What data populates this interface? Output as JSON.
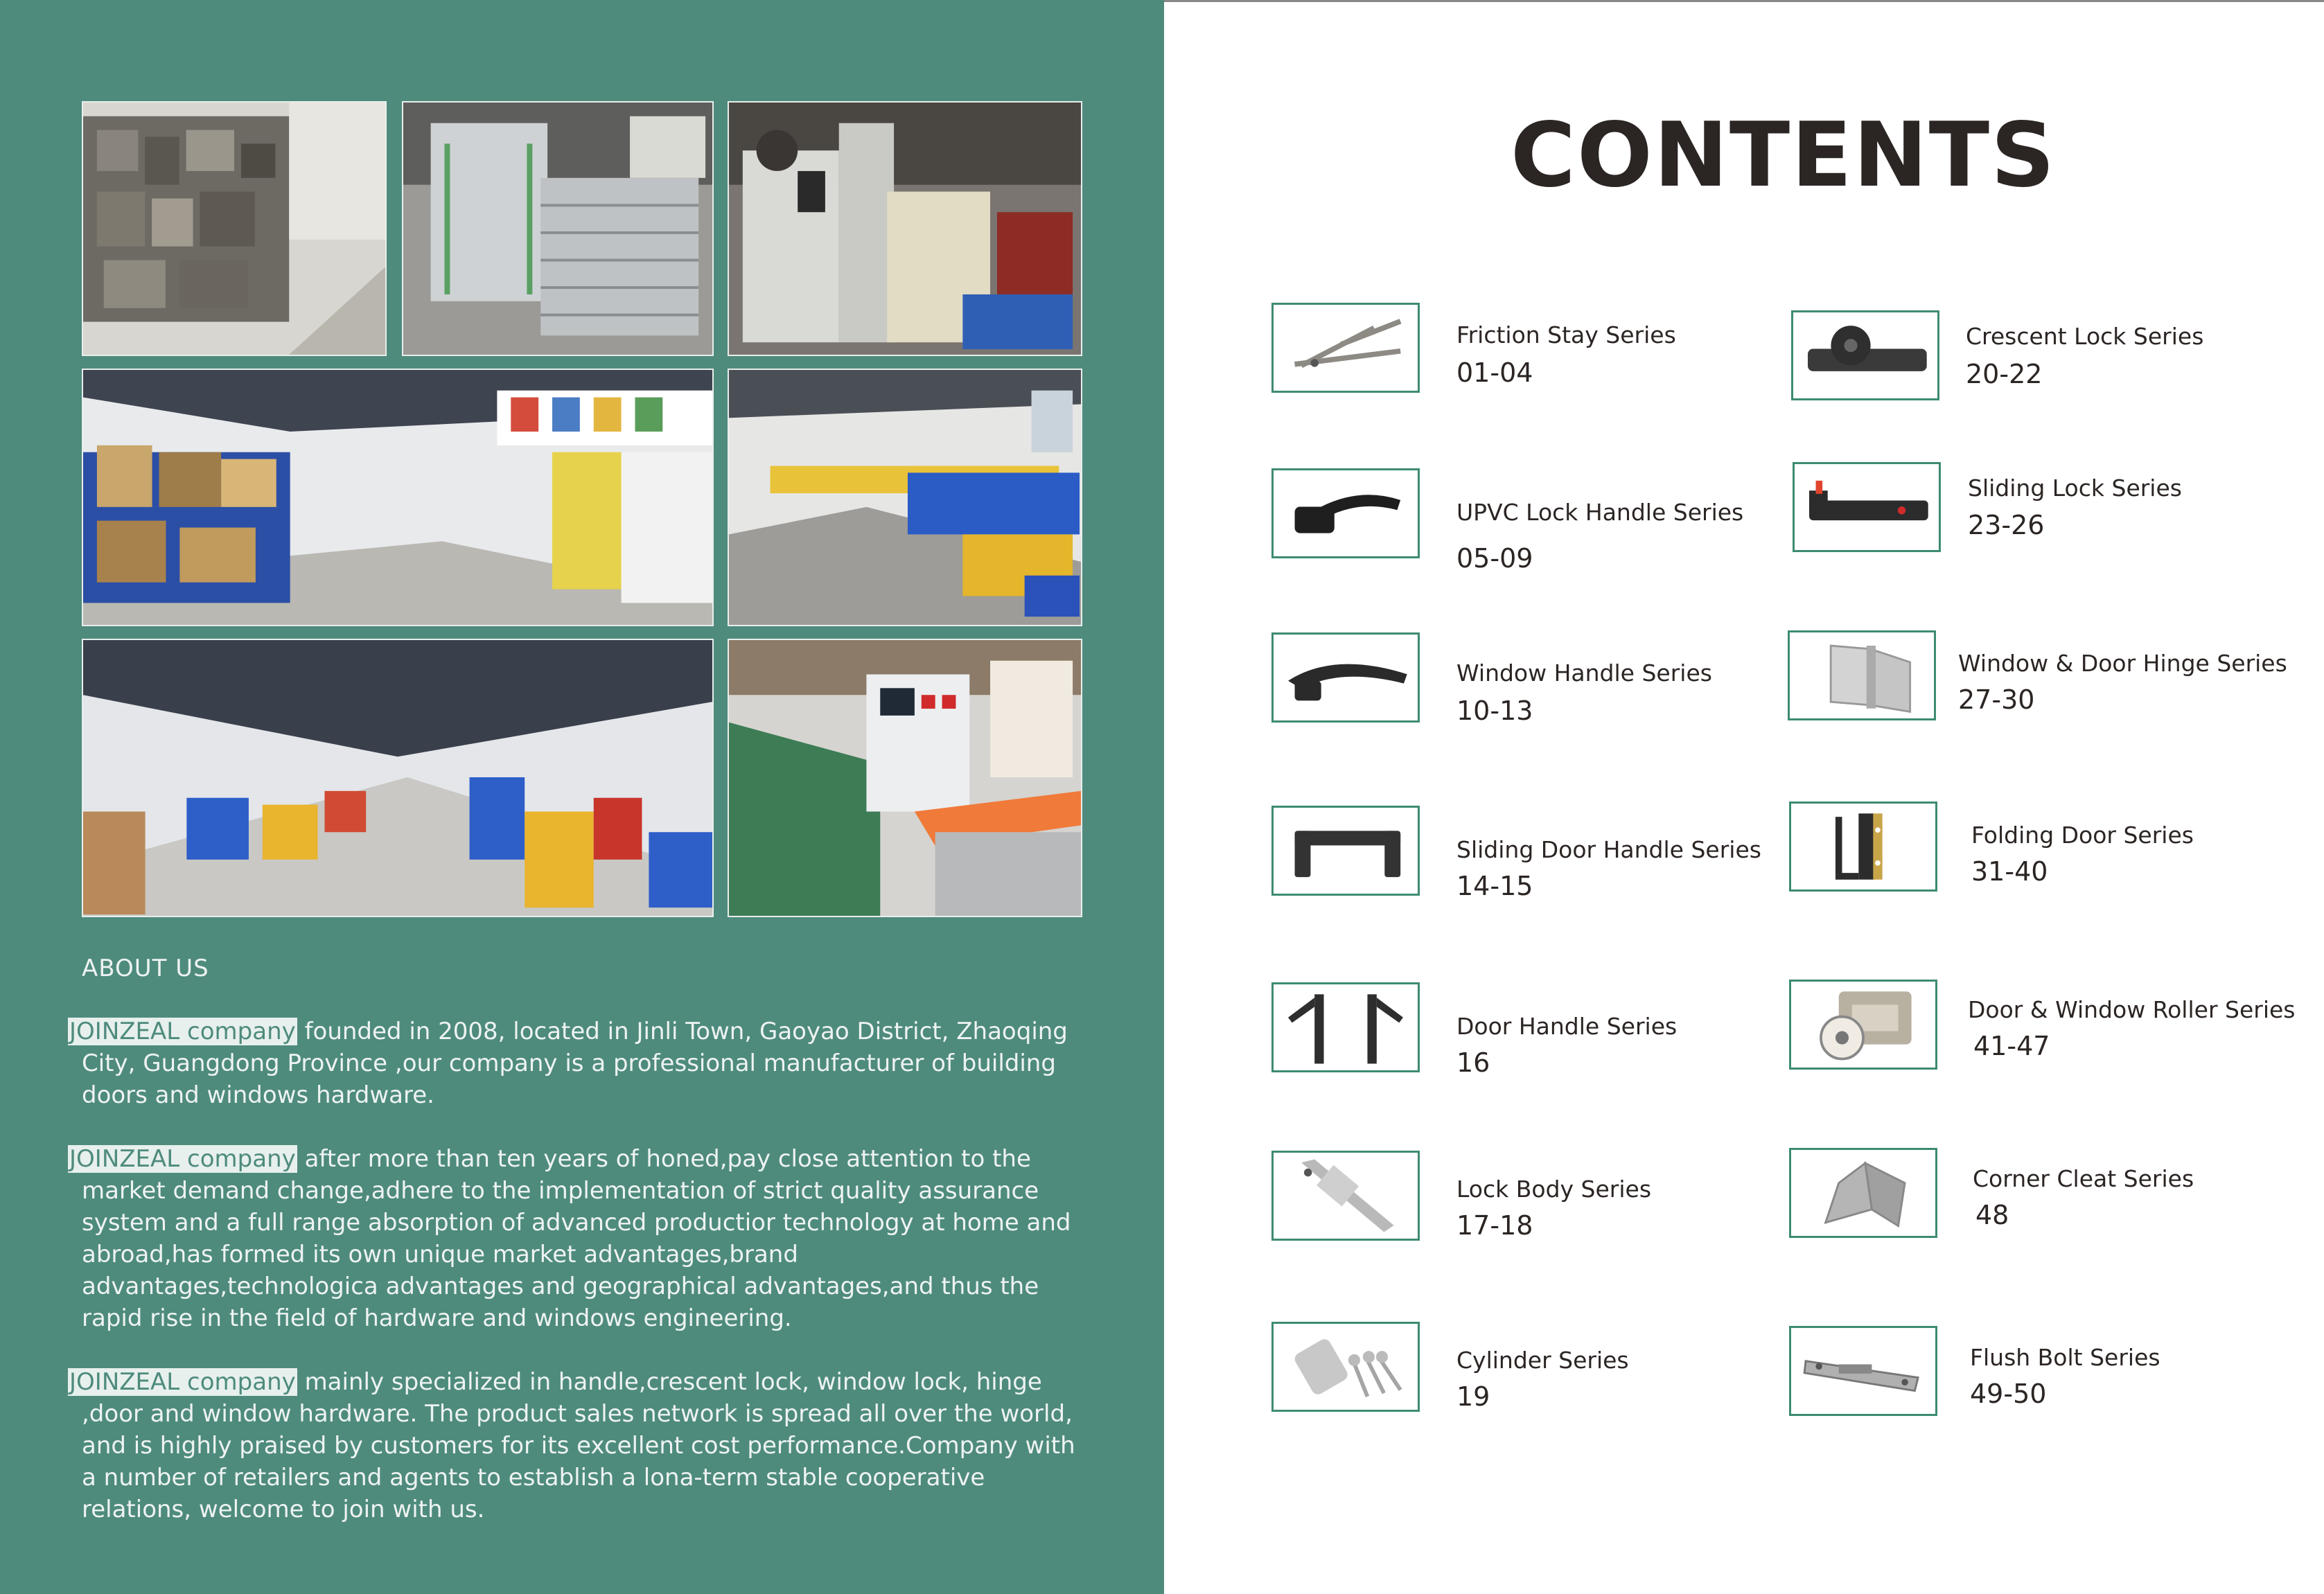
{
  "about": {
    "heading": "ABOUT US",
    "company": "JOINZEAL company",
    "paragraphs": [
      "founded in 2008, located in Jinli Town, Gaoyao District, Zhaoqing City, Guangdong Province ,our company is a professional manufacturer of building doors and windows hardware.",
      "after more than ten years of honed,pay close attention to the market demand change,adhere to the implementation of strict quality assurance system and a full range absorption of advanced productior technology at home and abroad,has formed its own unique market advantages,brand advantages,technologica advantages and geographical advantages,and thus the rapid rise in the field of hardware and windows engineering.",
      "mainly specialized in handle,crescent lock, window lock, hinge ,door and window hardware. The product sales network is spread all over the world, and is highly praised by customers for its excellent cost performance.Company with a number of retailers and agents to establish a lona-term stable cooperative relations, welcome to join with us."
    ]
  },
  "photos": [
    {
      "name": "mold-storage-photo"
    },
    {
      "name": "aluminum-ingots-photo"
    },
    {
      "name": "machine-cabinet-photo"
    },
    {
      "name": "warehouse-shelves-photo"
    },
    {
      "name": "crate-workshop-photo"
    },
    {
      "name": "assembly-hall-photo"
    },
    {
      "name": "packing-machine-photo"
    }
  ],
  "contents": {
    "title": "CONTENTS",
    "left_column": [
      {
        "title": "Friction Stay Series",
        "pages": "01-04",
        "icon": "friction-stay-icon"
      },
      {
        "title": "UPVC Lock Handle Series",
        "pages": "05-09",
        "icon": "upvc-handle-icon"
      },
      {
        "title": "Window Handle Series",
        "pages": "10-13",
        "icon": "window-handle-icon"
      },
      {
        "title": "Sliding Door Handle Series",
        "pages": "14-15",
        "icon": "sliding-door-handle-icon"
      },
      {
        "title": "Door Handle Series",
        "pages": "16",
        "icon": "door-handle-icon"
      },
      {
        "title": "Lock Body Series",
        "pages": "17-18",
        "icon": "lock-body-icon"
      },
      {
        "title": "Cylinder Series",
        "pages": "19",
        "icon": "cylinder-icon"
      }
    ],
    "right_column": [
      {
        "title": "Crescent Lock Series",
        "pages": "20-22",
        "icon": "crescent-lock-icon"
      },
      {
        "title": "Sliding Lock Series",
        "pages": "23-26",
        "icon": "sliding-lock-icon"
      },
      {
        "title": "Window & Door Hinge Series",
        "pages": "27-30",
        "icon": "hinge-icon"
      },
      {
        "title": "Folding Door Series",
        "pages": "31-40",
        "icon": "folding-door-icon"
      },
      {
        "title": "Door & Window Roller Series",
        "pages": "41-47",
        "icon": "roller-icon"
      },
      {
        "title": "Corner Cleat Series",
        "pages": "48",
        "icon": "corner-cleat-icon"
      },
      {
        "title": "Flush Bolt Series",
        "pages": "49-50",
        "icon": "flush-bolt-icon"
      }
    ]
  },
  "colors": {
    "panel_green": "#4e8b7d",
    "thumb_border": "#3d8c6f",
    "title_text": "#2b2523"
  }
}
